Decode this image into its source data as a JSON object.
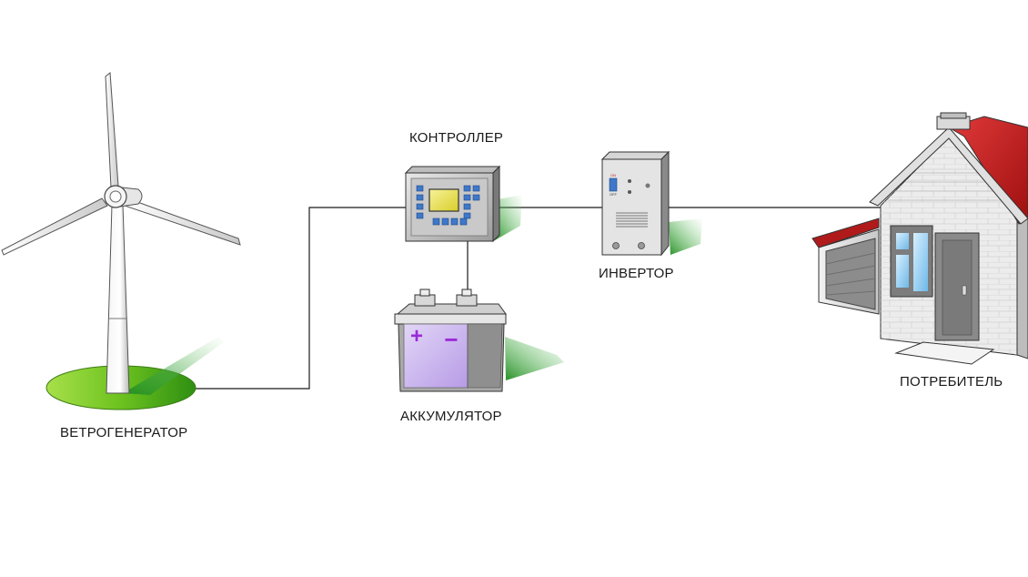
{
  "labels": {
    "wind_generator": "ВЕТРОГЕНЕРАТОР",
    "controller": "КОНТРОЛЛЕР",
    "battery": "АККУМУЛЯТОР",
    "inverter": "ИНВЕРТОР",
    "consumer": "ПОТРЕБИТЕЛЬ"
  },
  "battery_terminals": {
    "plus": "+",
    "minus": "−"
  },
  "inverter_switch": {
    "on": "ON",
    "off": "OFF"
  },
  "colors": {
    "line": "#1a1a1a",
    "grass": "#7fcc2a",
    "shadow_green": "#2f9a2f",
    "roof": "#cc1f1f",
    "lcd": "#e8e04a",
    "keys": "#3f78c8",
    "battery_face": "#c9b4ee",
    "terminal_symbol": "#9a2bd6"
  }
}
